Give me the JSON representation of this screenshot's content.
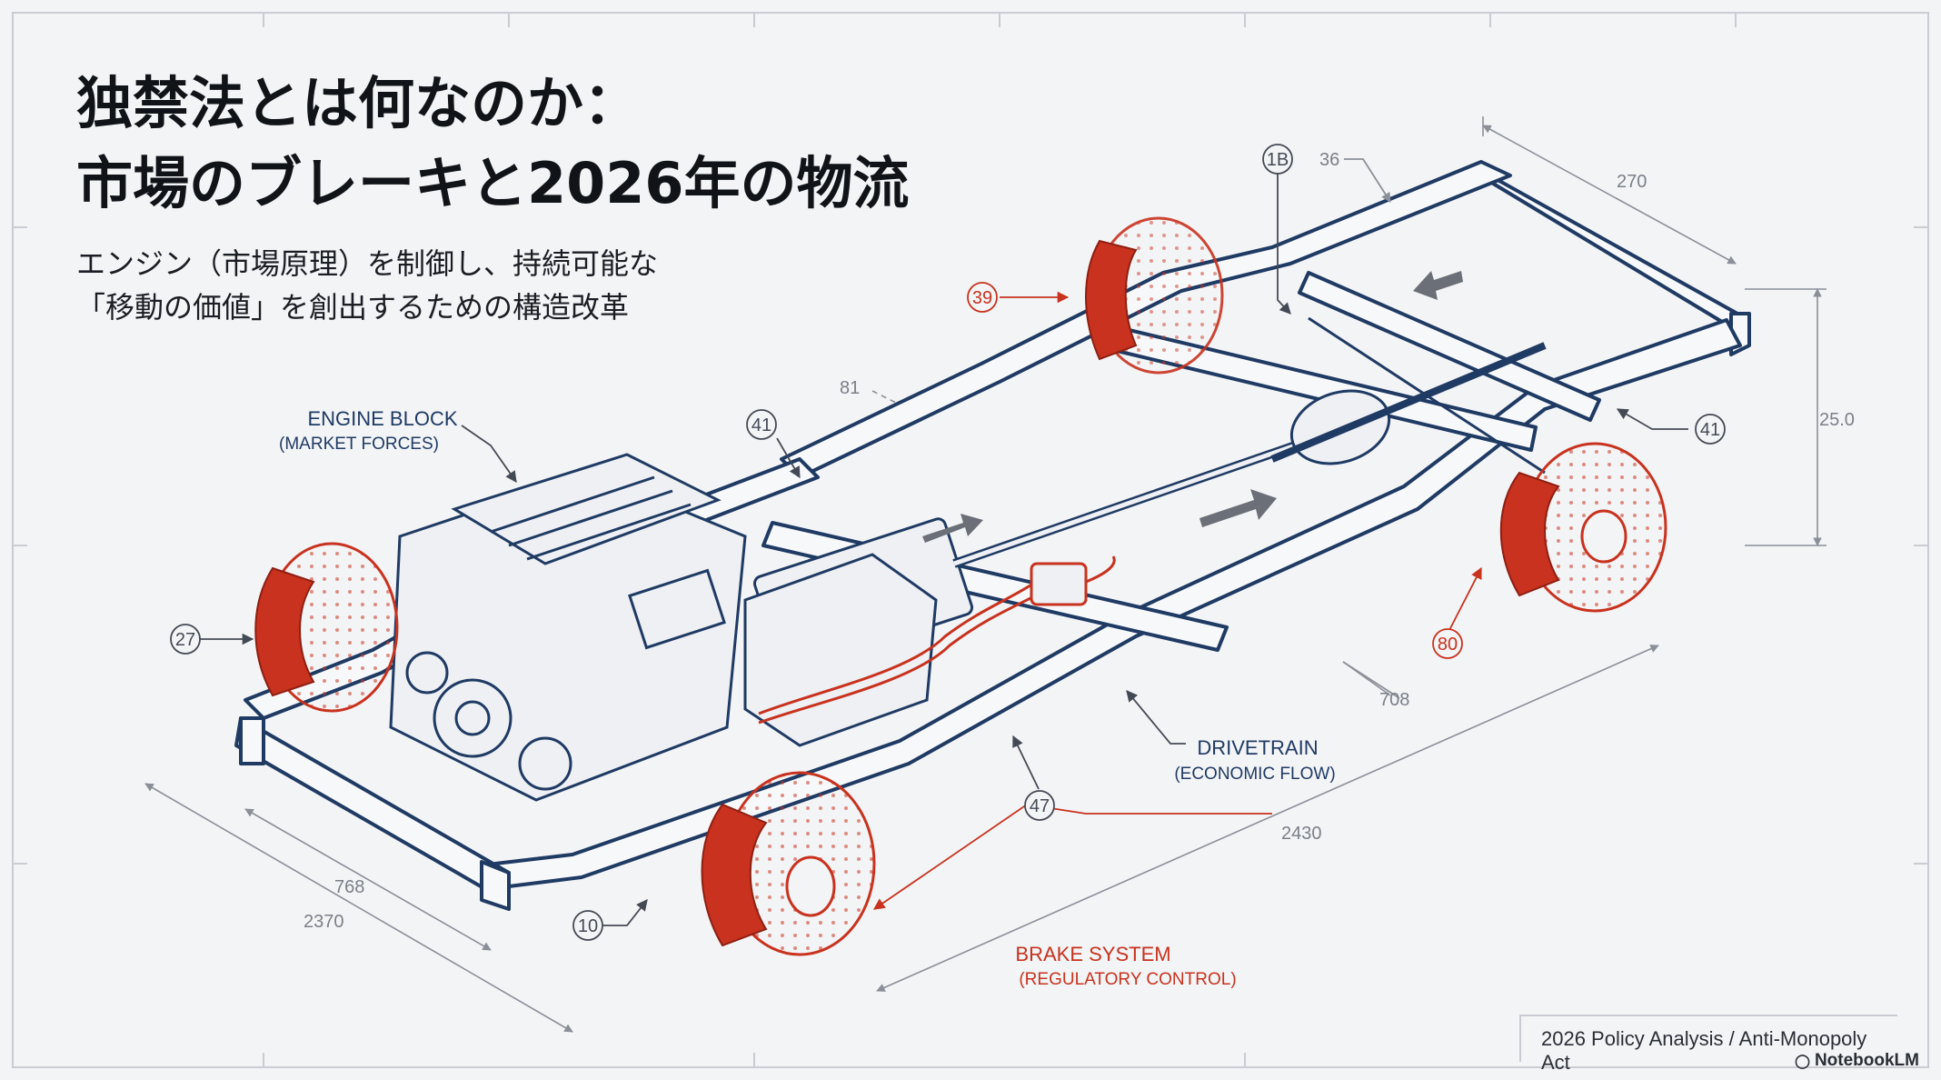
{
  "title": {
    "line1": "独禁法とは何なのか：",
    "line2": "市場のブレーキと2026年の物流"
  },
  "subtitle": {
    "line1": "エンジン（市場原理）を制御し、持続可能な",
    "line2": "「移動の価値」を創出するための構造改革"
  },
  "labels": {
    "engine": {
      "name": "ENGINE BLOCK",
      "sub": "(MARKET FORCES)"
    },
    "drivetrain": {
      "name": "DRIVETRAIN",
      "sub": "(ECONOMIC FLOW)"
    },
    "brake": {
      "name": "BRAKE SYSTEM",
      "sub": "(REGULATORY CONTROL)"
    }
  },
  "callouts": {
    "c1B": "1B",
    "c39": "39",
    "c41a": "41",
    "c41b": "41",
    "c27": "27",
    "c10": "10",
    "c47": "47",
    "c80": "80"
  },
  "dimensions": {
    "d36": "36",
    "d270": "270",
    "d81": "81",
    "d25": "25.0",
    "d708": "708",
    "d2430": "2430",
    "d768": "768",
    "d2370": "2370"
  },
  "footer": {
    "caption": "2026 Policy Analysis / Anti-Monopoly Act",
    "brand": "NotebookLM"
  },
  "colors": {
    "frame": "#1f3a63",
    "brake": "#c8321e",
    "dim": "#8a8f98",
    "background": "#f3f4f6"
  },
  "icons": {
    "brand": "notebooklm-icon"
  }
}
